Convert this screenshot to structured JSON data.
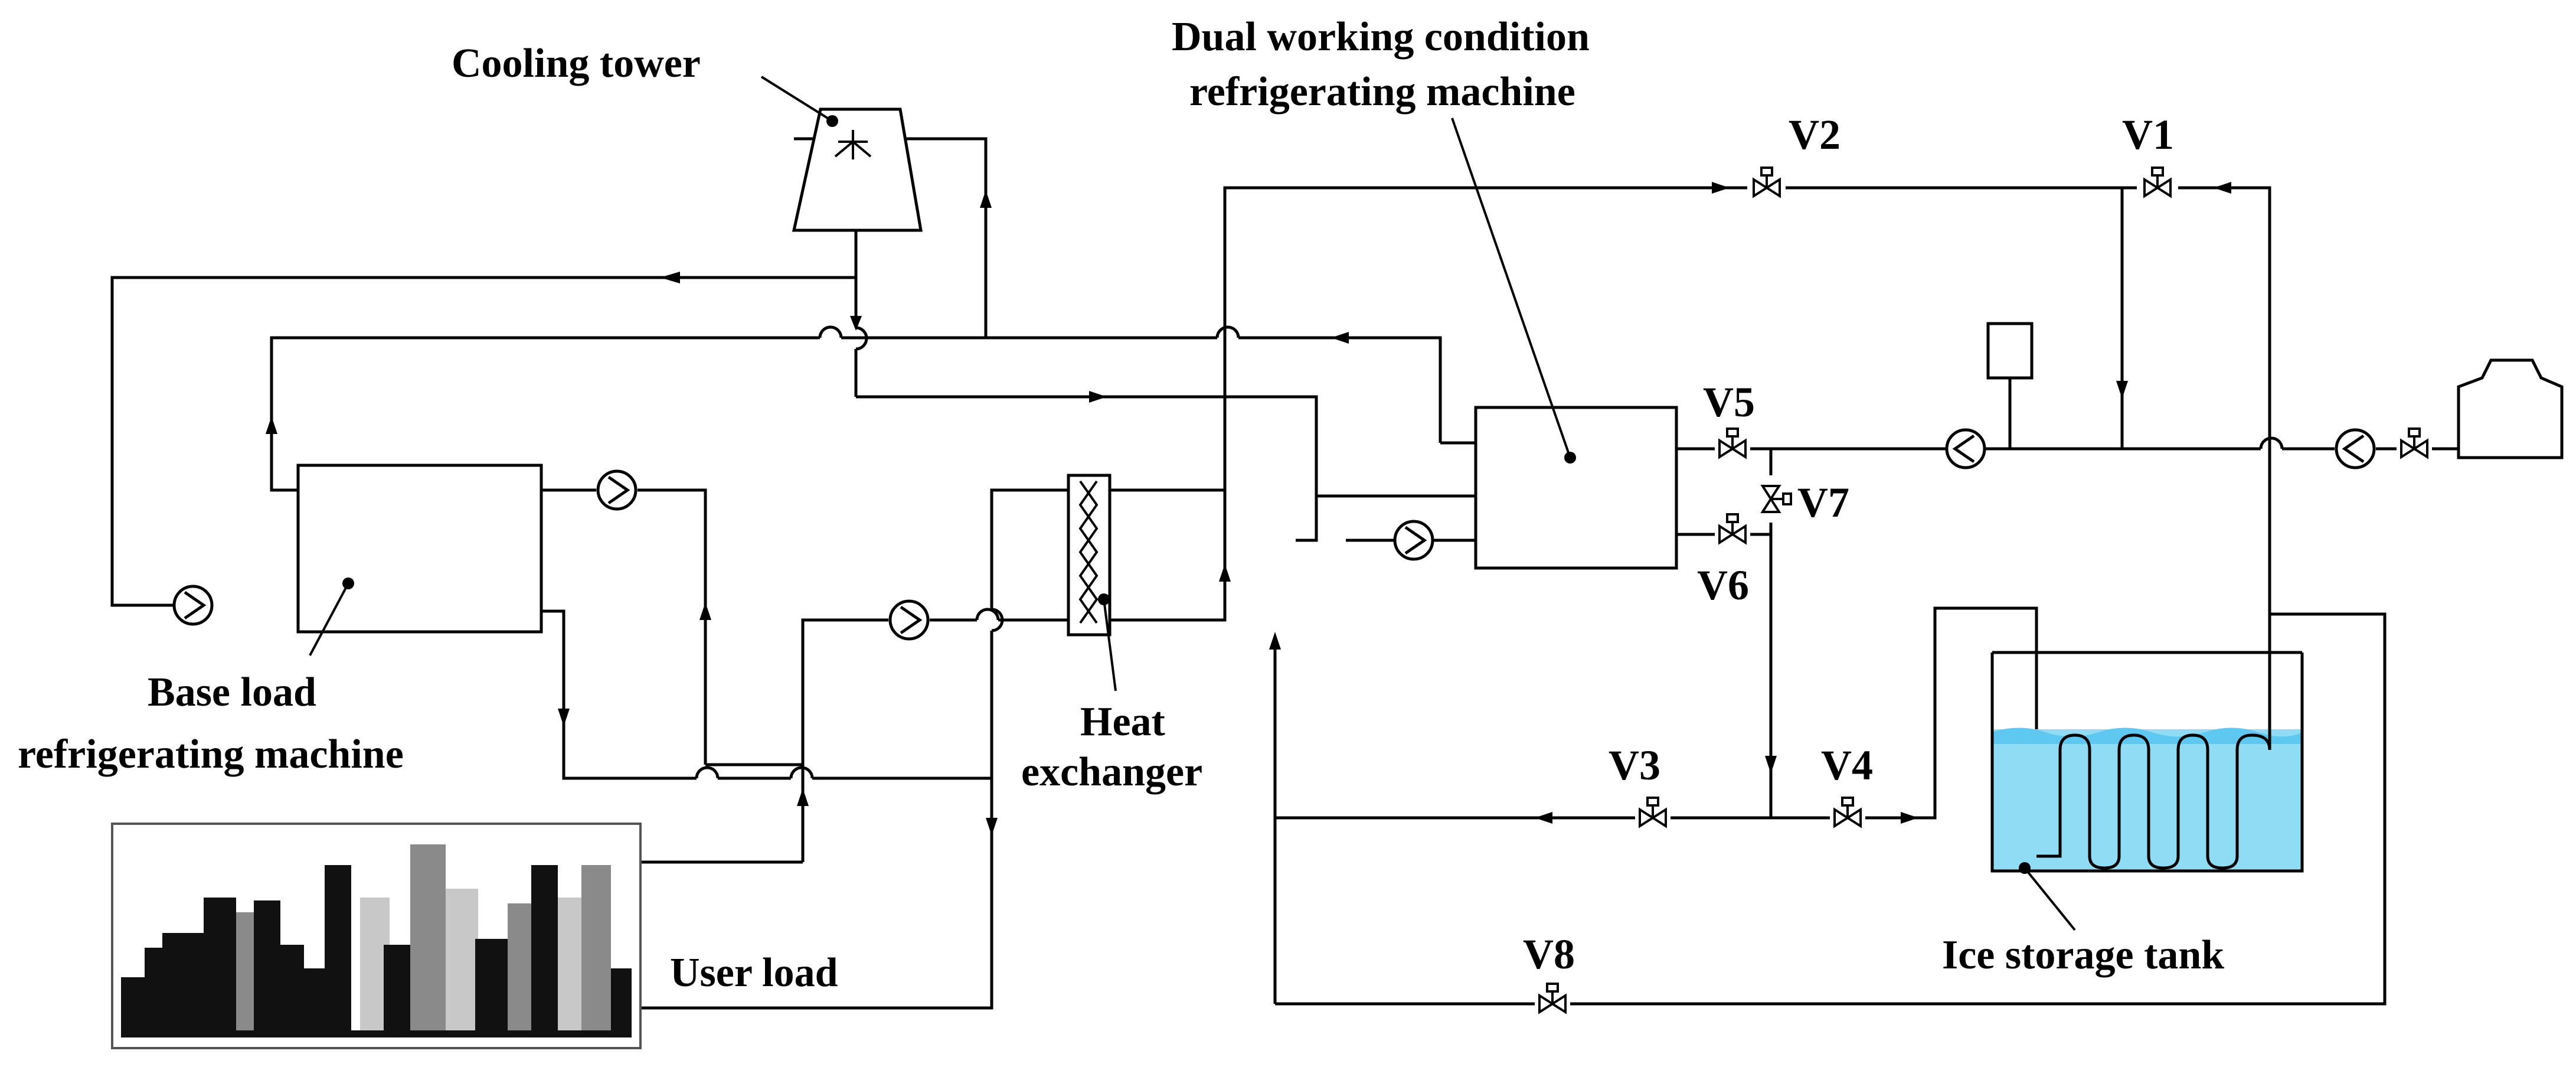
{
  "labels": {
    "cooling_tower": "Cooling tower",
    "dual_machine_line1": "Dual working condition",
    "dual_machine_line2": "refrigerating machine",
    "base_machine_line1": "Base load",
    "base_machine_line2": "refrigerating machine",
    "heat_exchanger_line1": "Heat",
    "heat_exchanger_line2": "exchanger",
    "user_load": "User load",
    "ice_storage_tank": "Ice storage tank"
  },
  "valves": {
    "v1": "V1",
    "v2": "V2",
    "v3": "V3",
    "v4": "V4",
    "v5": "V5",
    "v6": "V6",
    "v7": "V7",
    "v8": "V8"
  },
  "colors": {
    "line": "#000000",
    "ice_water": "#8fdcf5",
    "ice_water_surface": "#5ec8f0",
    "building_dark": "#111111",
    "building_gray": "#8a8a8a",
    "building_light": "#c8c8c8"
  },
  "icons": [
    "pump-icon",
    "valve-icon",
    "sprinkler-icon",
    "city-skyline-icon"
  ]
}
